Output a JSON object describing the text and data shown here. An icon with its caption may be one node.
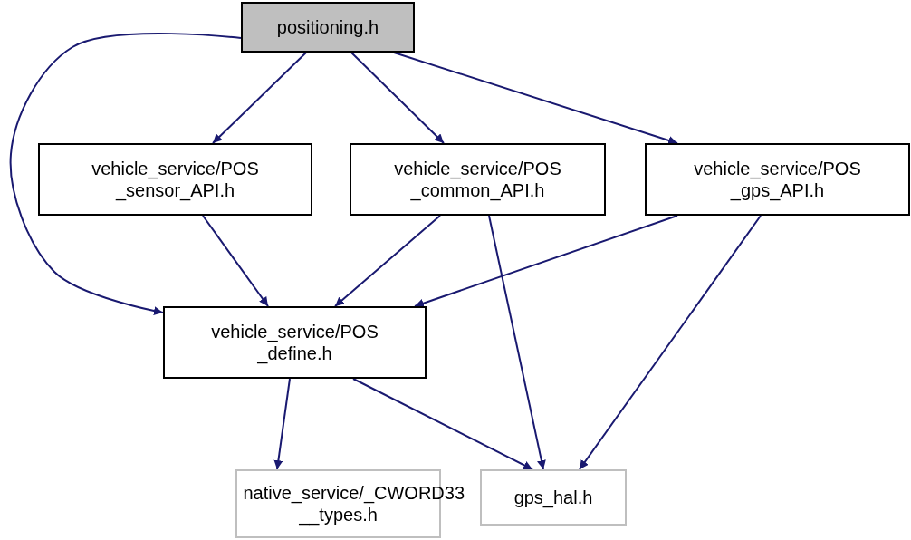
{
  "diagram": {
    "nodes": [
      {
        "text": [
          "positioning.h"
        ]
      },
      {
        "text": [
          "vehicle_service/POS _sensor_API.h"
        ]
      },
      {
        "text": [
          "vehicle_service/POS _common_API.h"
        ]
      },
      {
        "text": [
          "vehicle_service/POS _gps_API.h"
        ]
      },
      {
        "text": [
          "vehicle_service/POS _define.h"
        ]
      },
      {
        "text": [
          "native_service/_CWORD33 __types.h"
        ]
      },
      {
        "text": [
          "gps_hal.h"
        ]
      }
    ],
    "edges": [
      {
        "from": 0,
        "to": 4,
        "arrow": "to"
      },
      {
        "from": 0,
        "to": 1,
        "arrow": "to"
      },
      {
        "from": 0,
        "to": 2,
        "arrow": "to"
      },
      {
        "from": 0,
        "to": 3,
        "arrow": "to"
      },
      {
        "from": 1,
        "to": 4,
        "arrow": "to"
      },
      {
        "from": 2,
        "to": 4,
        "arrow": "to"
      },
      {
        "from": 2,
        "to": 6,
        "arrow": "to"
      },
      {
        "from": 3,
        "to": 4,
        "arrow": "to"
      },
      {
        "from": 3,
        "to": 6,
        "arrow": "to"
      },
      {
        "from": 4,
        "to": 5,
        "arrow": "to"
      },
      {
        "from": 4,
        "to": 6,
        "arrow": "to"
      }
    ]
  }
}
